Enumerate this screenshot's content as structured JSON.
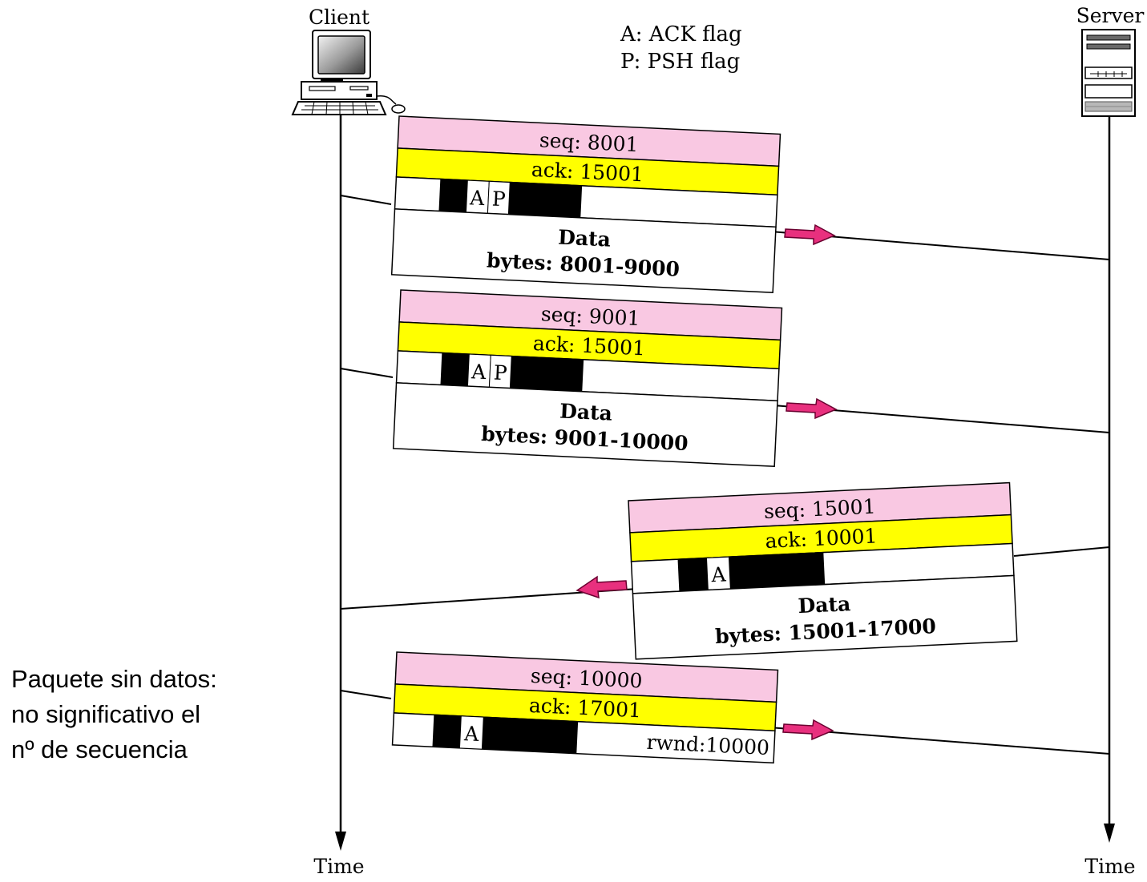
{
  "entities": {
    "client": {
      "label": "Client"
    },
    "server": {
      "label": "Server"
    }
  },
  "legend": [
    "A: ACK flag",
    "P: PSH flag"
  ],
  "time_axis": {
    "client_label": "Time",
    "server_label": "Time"
  },
  "segments": [
    {
      "direction": "client-to-server",
      "seq": "seq: 8001",
      "ack": "ack: 15001",
      "flags": [
        "A",
        "P"
      ],
      "data_title": "Data",
      "data_bytes": "bytes: 8001-9000"
    },
    {
      "direction": "client-to-server",
      "seq": "seq: 9001",
      "ack": "ack: 15001",
      "flags": [
        "A",
        "P"
      ],
      "data_title": "Data",
      "data_bytes": "bytes: 9001-10000"
    },
    {
      "direction": "server-to-client",
      "seq": "seq: 15001",
      "ack": "ack: 10001",
      "flags": [
        "A"
      ],
      "data_title": "Data",
      "data_bytes": "bytes: 15001-17000"
    },
    {
      "direction": "client-to-server",
      "seq": "seq: 10000",
      "ack": "ack: 17001",
      "flags": [
        "A"
      ],
      "rwnd": "rwnd:10000"
    }
  ],
  "note": {
    "lines": [
      "Paquete sin datos:",
      "no significativo el",
      "nº de secuencia"
    ]
  },
  "colors": {
    "seq_band": "#F9C8E2",
    "ack_band": "#FFFF00",
    "arrow": "#E8307E",
    "line": "#000000"
  }
}
